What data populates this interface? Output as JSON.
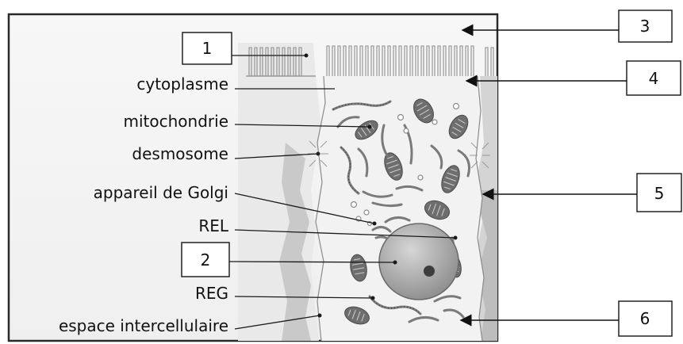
{
  "labels": {
    "cytoplasme": "cytoplasme",
    "mitochondrie": "mitochondrie",
    "desmosome": "desmosome",
    "golgi": "appareil de Golgi",
    "rel": "REL",
    "reg": "REG",
    "espace": "espace intercellulaire"
  },
  "boxes": {
    "b1": "1",
    "b2": "2",
    "b3": "3",
    "b4": "4",
    "b5": "5",
    "b6": "6"
  }
}
